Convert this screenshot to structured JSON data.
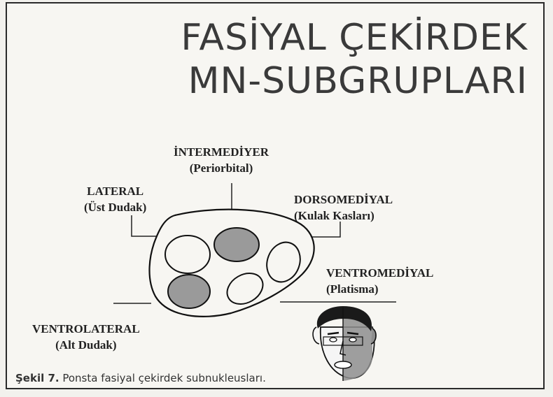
{
  "title": {
    "line1": "FASİYAL ÇEKİRDEK",
    "line2": "MN-SUBGRUPLARI"
  },
  "labels": {
    "intermediyer": {
      "name": "İNTERMEDİYER",
      "sub": "(Periorbital)"
    },
    "lateral": {
      "name": "LATERAL",
      "sub": "(Üst Dudak)"
    },
    "dorsomedial": {
      "name": "DORSOMEDİYAL",
      "sub": "(Kulak Kasları)"
    },
    "ventromedial": {
      "name": "VENTROMEDİYAL",
      "sub": "(Platisma)"
    },
    "ventrolateral": {
      "name": "VENTROLATERAL",
      "sub": "(Alt Dudak)"
    }
  },
  "caption": {
    "prefix": "Şekil 7.",
    "text": " Ponsta fasiyal çekirdek subnukleusları."
  },
  "colors": {
    "shaded": "#9a9a9a",
    "outline": "#111111",
    "face_skin": "#f5f5f5",
    "face_shade": "#8e8e8e",
    "hair": "#1a1a1a"
  }
}
